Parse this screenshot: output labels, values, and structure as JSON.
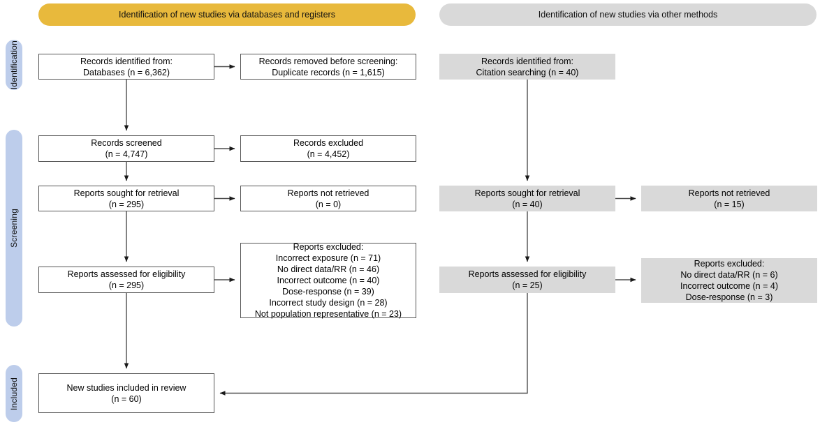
{
  "banners": {
    "databases": "Identification of new studies via databases and registers",
    "other_methods": "Identification of new studies via other methods"
  },
  "stages": {
    "identification": "Identification",
    "screening": "Screening",
    "included": "Included"
  },
  "databases_column": {
    "identified": {
      "line1": "Records identified from:",
      "line2": "Databases (n = 6,362)"
    },
    "removed": {
      "line1": "Records removed before screening:",
      "line2": "Duplicate records (n = 1,615)"
    },
    "screened": {
      "line1": "Records screened",
      "line2": "(n = 4,747)"
    },
    "excluded": {
      "line1": "Records excluded",
      "line2": "(n = 4,452)"
    },
    "sought": {
      "line1": "Reports sought for retrieval",
      "line2": "(n = 295)"
    },
    "not_retrieved": {
      "line1": "Reports not retrieved",
      "line2": "(n = 0)"
    },
    "assessed": {
      "line1": "Reports assessed for eligibility",
      "line2": "(n = 295)"
    },
    "reasons": {
      "line1": "Reports excluded:",
      "line2": "Incorrect exposure (n = 71)",
      "line3": "No direct data/RR (n = 46)",
      "line4": "Incorrect outcome (n = 40)",
      "line5": "Dose-response (n = 39)",
      "line6": "Incorrect study design (n = 28)",
      "line7": "Not population representative (n = 23)"
    }
  },
  "other_column": {
    "identified": {
      "line1": "Records identified from:",
      "line2": "Citation searching (n = 40)"
    },
    "sought": {
      "line1": "Reports sought for retrieval",
      "line2": "(n = 40)"
    },
    "not_retrieved": {
      "line1": "Reports not retrieved",
      "line2": "(n = 15)"
    },
    "assessed": {
      "line1": "Reports assessed for eligibility",
      "line2": "(n = 25)"
    },
    "reasons": {
      "line1": "Reports excluded:",
      "line2": "No direct data/RR (n = 6)",
      "line3": "Incorrect outcome (n = 4)",
      "line4": "Dose-response (n = 3)"
    }
  },
  "included_box": {
    "line1": "New studies included in review",
    "line2": "(n = 60)"
  },
  "colors": {
    "banner_databases": "#e8b93c",
    "banner_other": "#d9d9d9",
    "stage_pill": "#bdcdeb",
    "box_gray": "#d9d9d9",
    "box_border": "#555555",
    "connector": "#4d4d4d"
  },
  "chart_data": {
    "type": "diagram",
    "title": "PRISMA 2020 flow diagram for new systematic reviews which included searches of databases, registers and other sources",
    "nodes": [
      {
        "id": "db_identified",
        "column": "databases",
        "stage": "identification",
        "label": "Records identified from: Databases",
        "n": 6362
      },
      {
        "id": "db_removed",
        "column": "databases",
        "stage": "identification",
        "label": "Records removed before screening: Duplicate records",
        "n": 1615
      },
      {
        "id": "db_screened",
        "column": "databases",
        "stage": "screening",
        "label": "Records screened",
        "n": 4747
      },
      {
        "id": "db_excluded",
        "column": "databases",
        "stage": "screening",
        "label": "Records excluded",
        "n": 4452
      },
      {
        "id": "db_sought",
        "column": "databases",
        "stage": "screening",
        "label": "Reports sought for retrieval",
        "n": 295
      },
      {
        "id": "db_not_retrieved",
        "column": "databases",
        "stage": "screening",
        "label": "Reports not retrieved",
        "n": 0
      },
      {
        "id": "db_assessed",
        "column": "databases",
        "stage": "screening",
        "label": "Reports assessed for eligibility",
        "n": 295
      },
      {
        "id": "db_reasons",
        "column": "databases",
        "stage": "screening",
        "label": "Reports excluded",
        "reasons": [
          {
            "reason": "Incorrect exposure",
            "n": 71
          },
          {
            "reason": "No direct data/RR",
            "n": 46
          },
          {
            "reason": "Incorrect outcome",
            "n": 40
          },
          {
            "reason": "Dose-response",
            "n": 39
          },
          {
            "reason": "Incorrect study design",
            "n": 28
          },
          {
            "reason": "Not population representative",
            "n": 23
          }
        ]
      },
      {
        "id": "other_identified",
        "column": "other",
        "stage": "identification",
        "label": "Records identified from: Citation searching",
        "n": 40
      },
      {
        "id": "other_sought",
        "column": "other",
        "stage": "screening",
        "label": "Reports sought for retrieval",
        "n": 40
      },
      {
        "id": "other_not_retrieved",
        "column": "other",
        "stage": "screening",
        "label": "Reports not retrieved",
        "n": 15
      },
      {
        "id": "other_assessed",
        "column": "other",
        "stage": "screening",
        "label": "Reports assessed for eligibility",
        "n": 25
      },
      {
        "id": "other_reasons",
        "column": "other",
        "stage": "screening",
        "label": "Reports excluded",
        "reasons": [
          {
            "reason": "No direct data/RR",
            "n": 6
          },
          {
            "reason": "Incorrect outcome",
            "n": 4
          },
          {
            "reason": "Dose-response",
            "n": 3
          }
        ]
      },
      {
        "id": "included",
        "column": "databases",
        "stage": "included",
        "label": "New studies included in review",
        "n": 60
      }
    ],
    "edges": [
      {
        "from": "db_identified",
        "to": "db_removed"
      },
      {
        "from": "db_identified",
        "to": "db_screened"
      },
      {
        "from": "db_screened",
        "to": "db_excluded"
      },
      {
        "from": "db_screened",
        "to": "db_sought"
      },
      {
        "from": "db_sought",
        "to": "db_not_retrieved"
      },
      {
        "from": "db_sought",
        "to": "db_assessed"
      },
      {
        "from": "db_assessed",
        "to": "db_reasons"
      },
      {
        "from": "db_assessed",
        "to": "included"
      },
      {
        "from": "other_identified",
        "to": "other_sought"
      },
      {
        "from": "other_sought",
        "to": "other_not_retrieved"
      },
      {
        "from": "other_sought",
        "to": "other_assessed"
      },
      {
        "from": "other_assessed",
        "to": "other_reasons"
      },
      {
        "from": "other_assessed",
        "to": "included"
      }
    ]
  }
}
